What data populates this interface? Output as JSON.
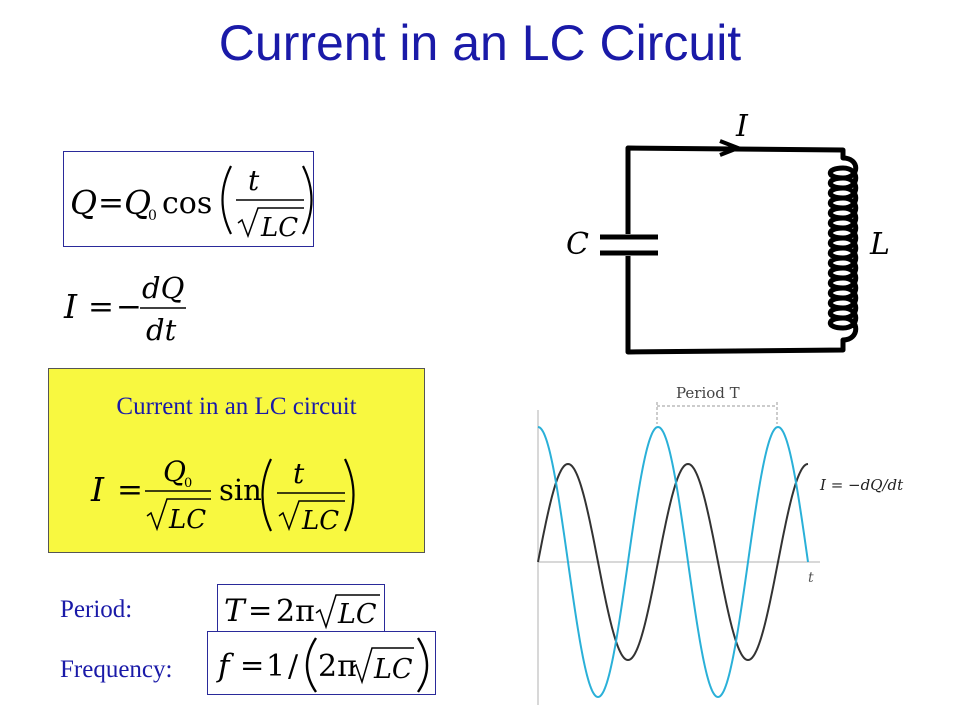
{
  "title": "Current in an LC Circuit",
  "charge_equation": {
    "lhs": "Q",
    "eq": "=",
    "amp": "Q",
    "amp_sub": "0",
    "func": "cos",
    "numerator": "t",
    "denominator": "LC"
  },
  "current_definition": {
    "lhs": "I",
    "eq": "=",
    "minus": "−",
    "numerator": "dQ",
    "denominator": "dt"
  },
  "current_box": {
    "heading": "Current in an LC circuit",
    "lhs": "I",
    "eq": "=",
    "amp_num": "Q",
    "amp_sub": "0",
    "amp_den": "LC",
    "func": "sin",
    "numerator": "t",
    "denominator": "LC",
    "background": "#f8f840"
  },
  "period": {
    "label": "Period:",
    "lhs": "T",
    "eq": "=",
    "rhs_coef": "2π",
    "rhs_root": "LC"
  },
  "frequency": {
    "label": "Frequency:",
    "lhs": "f",
    "eq": "=",
    "one": "1",
    "slash": "/",
    "coef": "2π",
    "root": "LC"
  },
  "circuit": {
    "current_label": "I",
    "capacitor_label": "C",
    "inductor_label": "L"
  },
  "graph": {
    "period_label": "Period T",
    "curve_label": "I = −dQ/dt",
    "axis_label": "t",
    "colors": {
      "charge": "#333333",
      "current": "#2ab0d8"
    }
  },
  "colors": {
    "title": "#1a1aa8",
    "text": "#1a1aa8",
    "box_border": "#2a2a9a"
  }
}
